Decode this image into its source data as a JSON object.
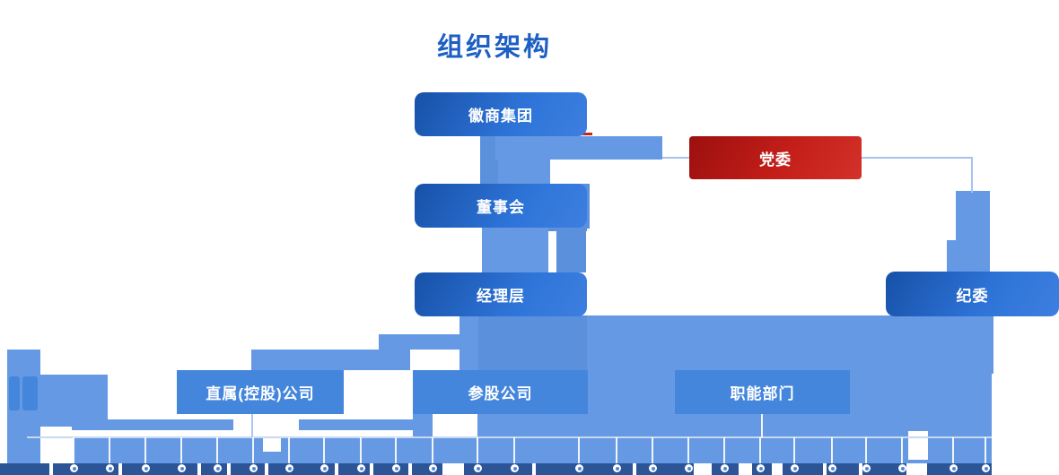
{
  "page_title": "组织架构",
  "org_chart": {
    "nodes": [
      {
        "id": "group",
        "label": "徽商集团"
      },
      {
        "id": "party",
        "label": "党委"
      },
      {
        "id": "board",
        "label": "董事会"
      },
      {
        "id": "management",
        "label": "经理层"
      },
      {
        "id": "discipline",
        "label": "纪委"
      },
      {
        "id": "direct-holding",
        "label": "直属(控股)公司"
      },
      {
        "id": "equity",
        "label": "参股公司"
      },
      {
        "id": "departments",
        "label": "职能部门"
      }
    ]
  },
  "colors": {
    "title_blue": "#1D5FC2",
    "node_blue": "#2E74D8",
    "node_red": "#C41E19",
    "flat_blue": "#4486DC",
    "connector_blue": "#6599E3",
    "footer_bar": "#2C5597"
  }
}
